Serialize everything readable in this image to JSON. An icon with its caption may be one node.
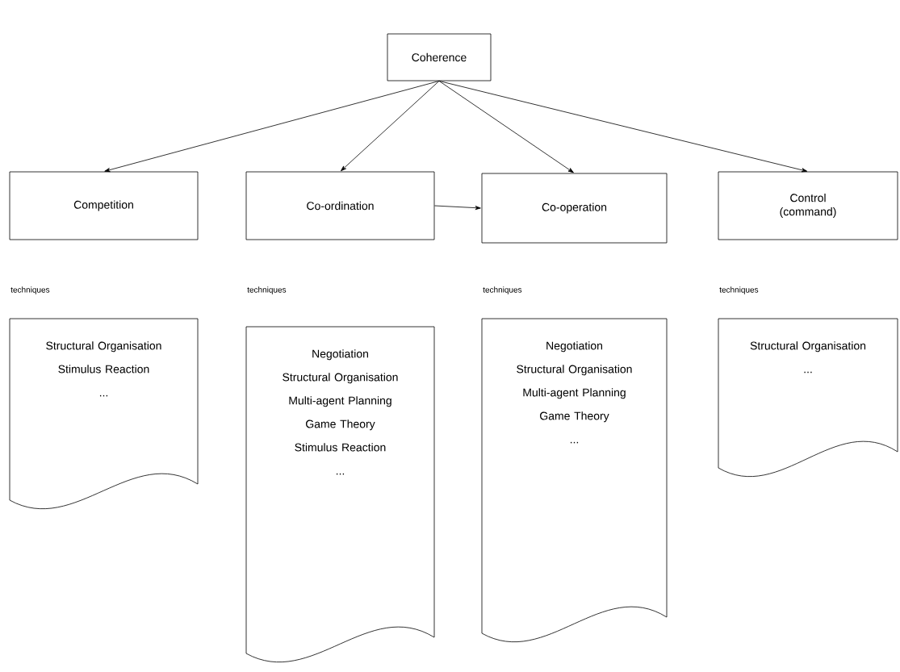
{
  "diagram": {
    "nodes": [
      {
        "text": [
          "Coherence"
        ]
      },
      {
        "text": [
          "Competition"
        ]
      },
      {
        "text": [
          "Co-ordination"
        ]
      },
      {
        "text": [
          "Co-operation"
        ]
      },
      {
        "text": [
          "Control (command)"
        ]
      },
      {
        "text": [
          "Structural Organisation",
          "Stimulus Reaction",
          "..."
        ]
      },
      {
        "text": [
          "Negotiation",
          "Structural Organisation",
          "Multi-agent Planning",
          "Game Theory",
          "Stimulus Reaction",
          "..."
        ]
      },
      {
        "text": [
          "Negotiation",
          "Structural Organisation",
          "Multi-agent Planning",
          "Game Theory",
          "..."
        ]
      },
      {
        "text": [
          "Structural Organisation",
          "..."
        ]
      }
    ],
    "edges": [
      {
        "from": 0,
        "to": 1,
        "arrow": "to"
      },
      {
        "from": 0,
        "to": 2,
        "arrow": "to"
      },
      {
        "from": 0,
        "to": 3,
        "arrow": "to"
      },
      {
        "from": 0,
        "to": 4,
        "arrow": "to"
      },
      {
        "from": 2,
        "to": 3,
        "arrow": "to"
      }
    ],
    "labels": [
      "techniques",
      "techniques",
      "techniques",
      "techniques"
    ]
  }
}
